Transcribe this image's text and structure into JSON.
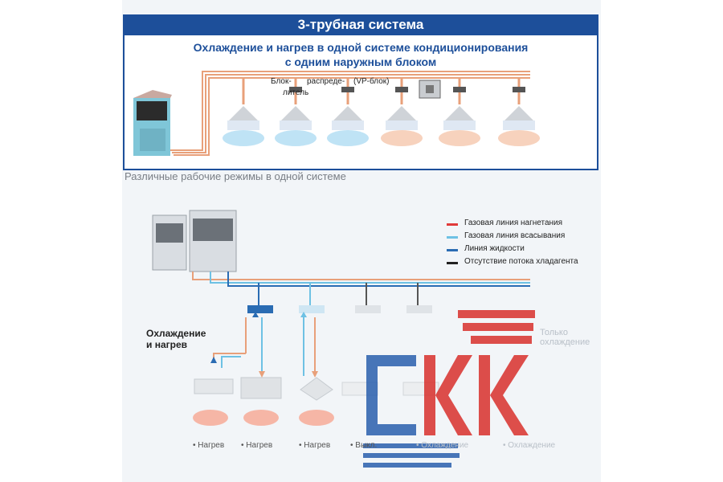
{
  "top": {
    "header": "3-трубная система",
    "subtitle_line1": "Охлаждение и нагрев в одной системе кондиционирования",
    "subtitle_line2": "с одним наружным блоком",
    "bk_label_1": "Блок-",
    "bk_label_2": "распреде-",
    "bk_label_3": "литель",
    "bk_label_4": "(VP-блок)"
  },
  "caption": "Различные рабочие режимы в одной системе",
  "legend": [
    {
      "label": "Газовая линия нагнетания",
      "color": "#e03a3a"
    },
    {
      "label": "Газовая линия всасывания",
      "color": "#6ec1e4"
    },
    {
      "label": "Линия жидкости",
      "color": "#2a6cb3"
    },
    {
      "label": "Отсутствие потока хладагента",
      "color": "#222222"
    }
  ],
  "mode_left_1": "Охлаждение",
  "mode_left_2": "и нагрев",
  "mode_right_1": "Только",
  "mode_right_2": "охлаждение",
  "bottom_labels": [
    "• Нагрев",
    "• Нагрев",
    "• Нагрев",
    "• Выкл.",
    "• Охлаждение",
    "• Охлаждение"
  ],
  "watermark": "СКК",
  "colors": {
    "blue": "#1d4f9a",
    "red": "#e03a3a",
    "copper": "#e8a07a",
    "light_blue": "#6ec1e4"
  }
}
